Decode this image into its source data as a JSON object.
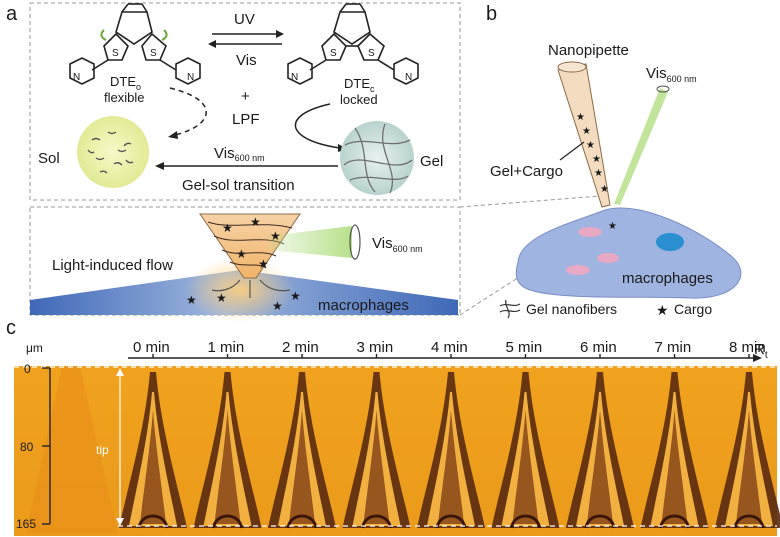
{
  "panel_a": {
    "label": "a",
    "uv": "UV",
    "vis": "Vis",
    "dte_open_main": "DTE",
    "dte_open_sub": "o",
    "dte_open_state": "flexible",
    "dte_closed_main": "DTE",
    "dte_closed_sub": "c",
    "dte_closed_state": "locked",
    "plus": "+",
    "lpf": "LPF",
    "sol": "Sol",
    "gel": "Gel",
    "vis600_main": "Vis",
    "vis600_sub": "600 nm",
    "transition": "Gel-sol transition",
    "flow_label": "Light-induced flow",
    "vis600_main_b": "Vis",
    "vis600_sub_b": "600 nm",
    "macrophages": "macrophages"
  },
  "panel_b": {
    "label": "b",
    "nanopipette": "Nanopipette",
    "vis_main": "Vis",
    "vis_sub": "600 nm",
    "gel_cargo": "Gel+Cargo",
    "macrophages": "macrophages",
    "legend_nanofibers": "Gel nanofibers",
    "legend_cargo": "Cargo"
  },
  "panel_c": {
    "label": "c",
    "y_unit": "μm",
    "y_ticks": [
      "0",
      "80",
      "165"
    ],
    "tip": "tip",
    "times": [
      "0 min",
      "1 min",
      "2 min",
      "3 min",
      "4 min",
      "5 min",
      "6 min",
      "7 min",
      "8 min"
    ],
    "axis_main": "R",
    "axis_sub": "t"
  },
  "colors": {
    "accent_green": "#a9d86e",
    "sol_yellow": "#eef2a8",
    "gel_grey": "#c9dedb",
    "cell_blue": "#9fb4e0",
    "cargo_red": "#8b2a22",
    "kymo_orange": "#f0a21e"
  }
}
